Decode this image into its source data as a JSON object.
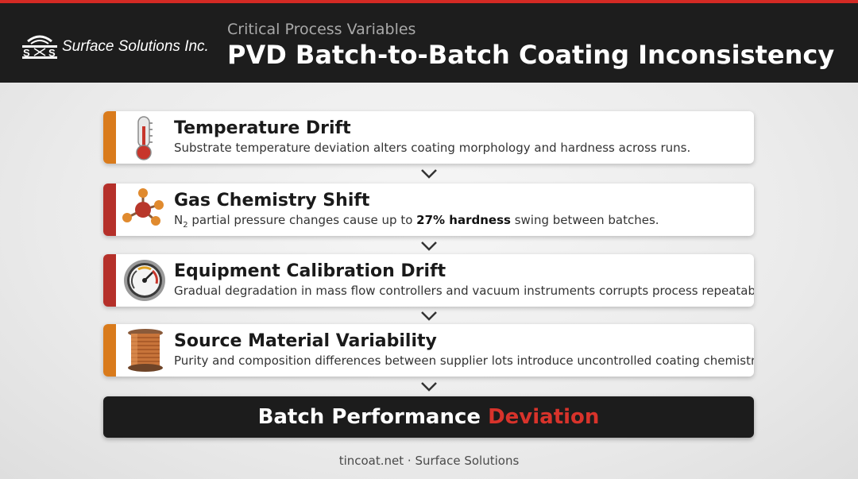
{
  "header": {
    "company": "Surface Solutions Inc.",
    "logo_letters": "S S",
    "subtitle": "Critical Process Variables",
    "title": "PVD Batch-to-Batch Coating Inconsistency"
  },
  "colors": {
    "header_bg": "#1d1d1d",
    "header_accent": "#d32a24",
    "orange_bar": "#d97b1c",
    "red_bar": "#b5302a",
    "result_accent": "#d8332b"
  },
  "steps": [
    {
      "title": "Temperature Drift",
      "description": "Substrate temperature deviation alters coating morphology and hardness across runs.",
      "icon": "thermometer-icon",
      "bar_color": "orange"
    },
    {
      "title": "Gas Chemistry Shift",
      "desc_n": "N",
      "desc_sub": "2",
      "desc_pre": " partial pressure changes cause up to ",
      "desc_bold": "27% hardness",
      "desc_post": " swing between batches.",
      "icon": "molecule-icon",
      "bar_color": "red"
    },
    {
      "title": "Equipment Calibration Drift",
      "description": "Gradual degradation in mass flow controllers and vacuum instruments corrupts process repeatability.",
      "icon": "pressure-gauge-icon",
      "bar_color": "red"
    },
    {
      "title": "Source Material Variability",
      "description": "Purity and composition differences between supplier lots introduce uncontrolled coating chemistry shifts.",
      "icon": "wire-spool-icon",
      "bar_color": "orange"
    }
  ],
  "result": {
    "prefix": "Batch Performance ",
    "accent": "Deviation"
  },
  "footer": "tincoat.net · Surface Solutions"
}
